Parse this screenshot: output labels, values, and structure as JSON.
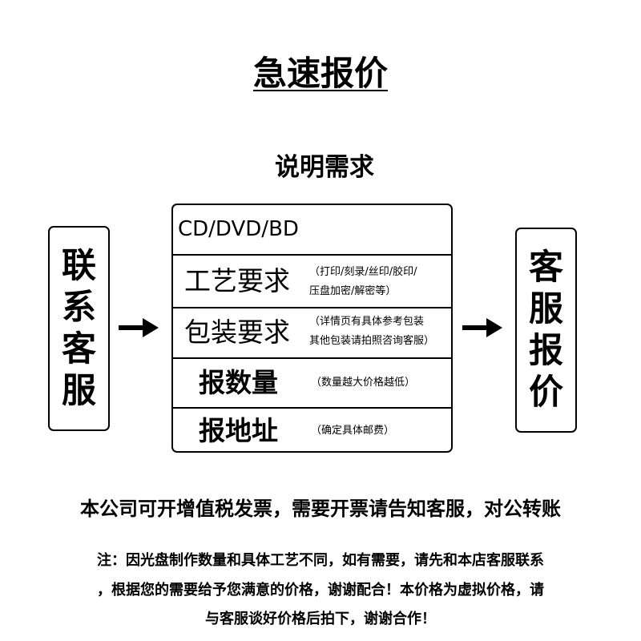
{
  "title": "急速报价",
  "subtitle": "说明需求",
  "left_box": "联系客服",
  "right_box": "客服报价",
  "center": {
    "rows": [
      {
        "label": "CD/DVD/BD",
        "note_line1": "",
        "note_line2": ""
      },
      {
        "label": "工艺要求",
        "note_line1": "（打印/刻录/丝印/胶印/",
        "note_line2": "压盘加密/解密等）"
      },
      {
        "label": "包装要求",
        "note_line1": "（详情页有具体参考包装",
        "note_line2": "其他包装请拍照咨询客服）"
      },
      {
        "label": "报数量",
        "note_line1": "（数量越大价格越低）",
        "note_line2": ""
      },
      {
        "label": "报地址",
        "note_line1": "（确定具体邮费）",
        "note_line2": ""
      }
    ]
  },
  "notice": "本公司可开增值税发票，需要开票请告知客服，对公转账",
  "note": {
    "line1": "注：因光盘制作数量和具体工艺不同，如有需要，请先和本店客服联系",
    "line2": "，根据您的需要给予您满意的价格，谢谢配合！本价格为虚拟价格，请",
    "line3": "与客服谈好价格后拍下，谢谢合作！"
  },
  "icons": {
    "left_arrow": "right-arrow-icon",
    "right_arrow": "right-arrow-icon"
  }
}
